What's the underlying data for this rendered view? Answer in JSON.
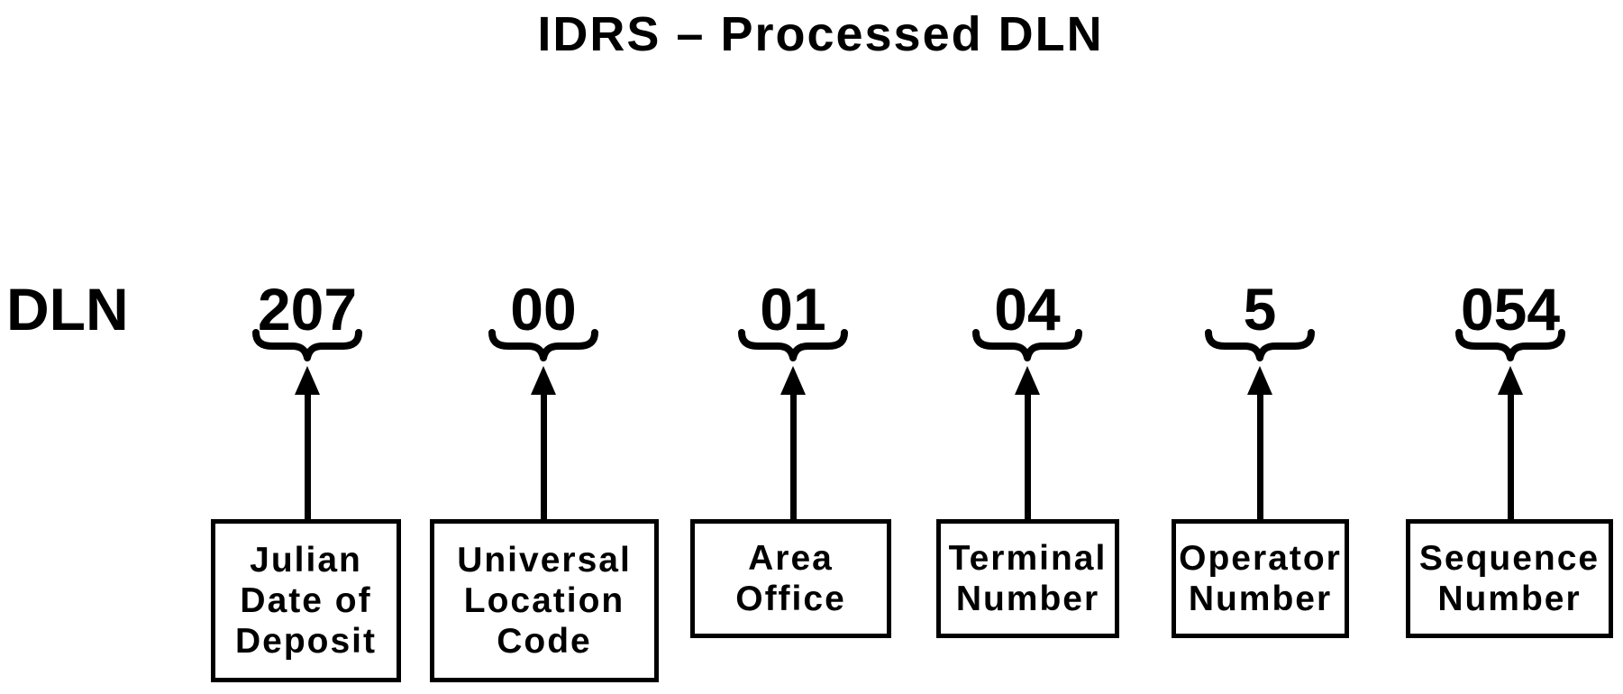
{
  "title": "IDRS – Processed DLN",
  "dln_label": "DLN",
  "colors": {
    "foreground": "#000000",
    "background": "#ffffff"
  },
  "segments": [
    {
      "value": "207",
      "label": "Julian Date of Deposit",
      "label_lines": [
        "Julian",
        "Date of",
        "Deposit"
      ]
    },
    {
      "value": "00",
      "label": "Universal Location Code",
      "label_lines": [
        "Universal",
        "Location",
        "Code"
      ]
    },
    {
      "value": "01",
      "label": "Area Office",
      "label_lines": [
        "Area",
        "Office"
      ]
    },
    {
      "value": "04",
      "label": "Terminal Number",
      "label_lines": [
        "Terminal",
        "Number"
      ]
    },
    {
      "value": "5",
      "label": "Operator Number",
      "label_lines": [
        "Operator",
        "Number"
      ]
    },
    {
      "value": "054",
      "label": "Sequence Number",
      "label_lines": [
        "Sequence",
        "Number"
      ]
    }
  ]
}
